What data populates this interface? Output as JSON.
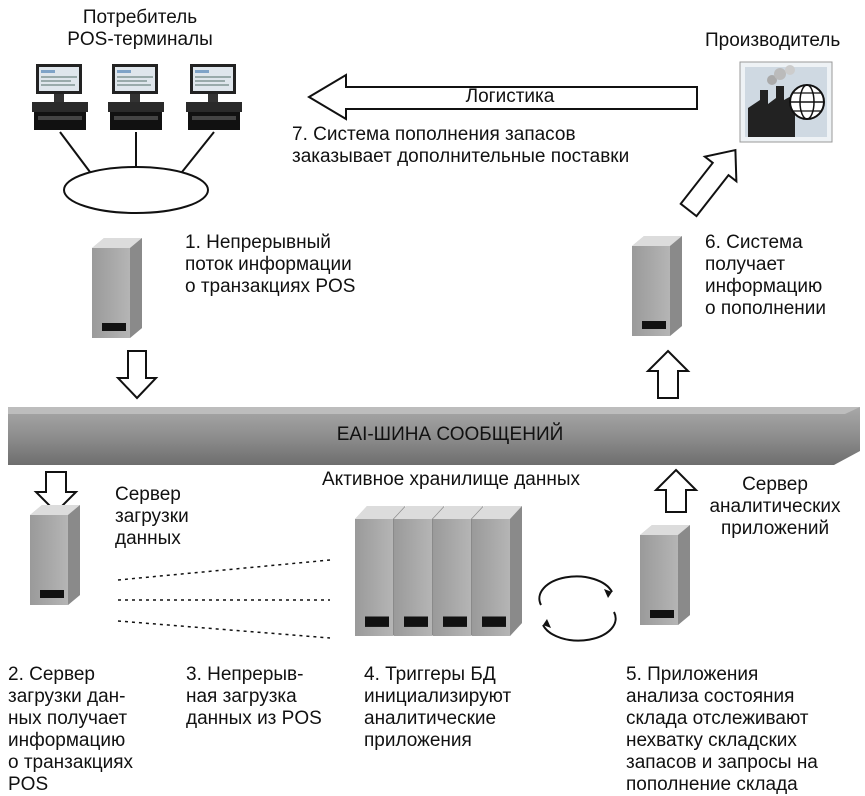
{
  "labels": {
    "consumer_title": "Потребитель\nPOS-терминалы",
    "producer_title": "Производитель",
    "logistics": "Логистика",
    "step7": "7. Система пополнения запасов\nзаказывает дополнительные поставки",
    "step1": "1. Непрерывный\nпоток информации\nо транзакциях POS",
    "step6": "6. Система\nполучает\nинформацию\nо пополнении",
    "bus": "EAI-ШИНА СООБЩЕНИЙ",
    "load_server": "Сервер\nзагрузки\nданных",
    "warehouse_title": "Активное хранилище данных",
    "analytics_server": "Сервер\nаналитических\nприложений",
    "step2": "2. Сервер\nзагрузки дан-\nных получает\nинформацию\nо транзакциях\nPOS",
    "step3": "3. Непрерыв-\nная загрузка\nданных из POS",
    "step4": "4. Триггеры БД\nинициализируют\nаналитические\nприложения",
    "step5": "5. Приложения\nанализа состояния\nсклада отслеживают\nнехватку складских\nзапасов и запросы на\nпополнение склада"
  },
  "icons": [
    "pos-terminal-icon",
    "factory-globe-icon",
    "server-icon"
  ]
}
